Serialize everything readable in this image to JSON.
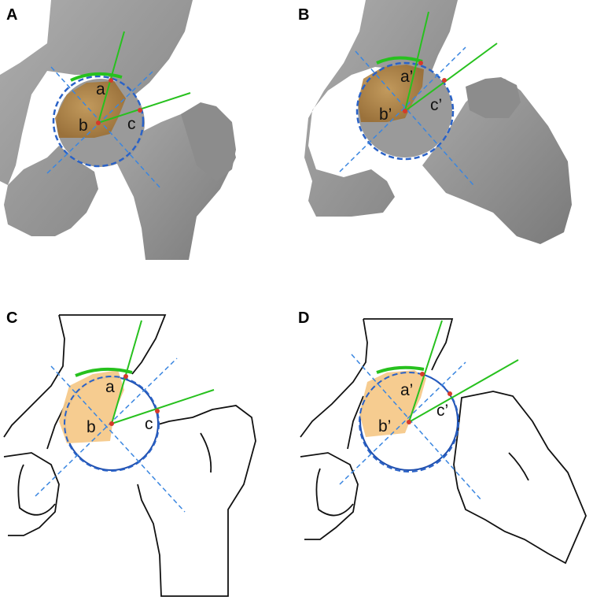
{
  "panels": [
    {
      "letter": "A",
      "labels": {
        "a": "a",
        "b": "b",
        "c": "c"
      }
    },
    {
      "letter": "B",
      "labels": {
        "a": "a’",
        "b": "b’",
        "c": "c’"
      }
    },
    {
      "letter": "C",
      "labels": {
        "a": "a",
        "b": "b",
        "c": "c"
      }
    },
    {
      "letter": "D",
      "labels": {
        "a": "a’",
        "b": "b’",
        "c": "c’"
      }
    }
  ],
  "colors": {
    "bone_dark": "#6e6e6e",
    "bone_light": "#c9c9c9",
    "lunate": "#e0a550",
    "lunate_drawing": "#f6c98a",
    "circle": "#1f4fae",
    "dashed": "#2f7fd6",
    "green": "#27c11e",
    "marker": "#d63a2a"
  }
}
